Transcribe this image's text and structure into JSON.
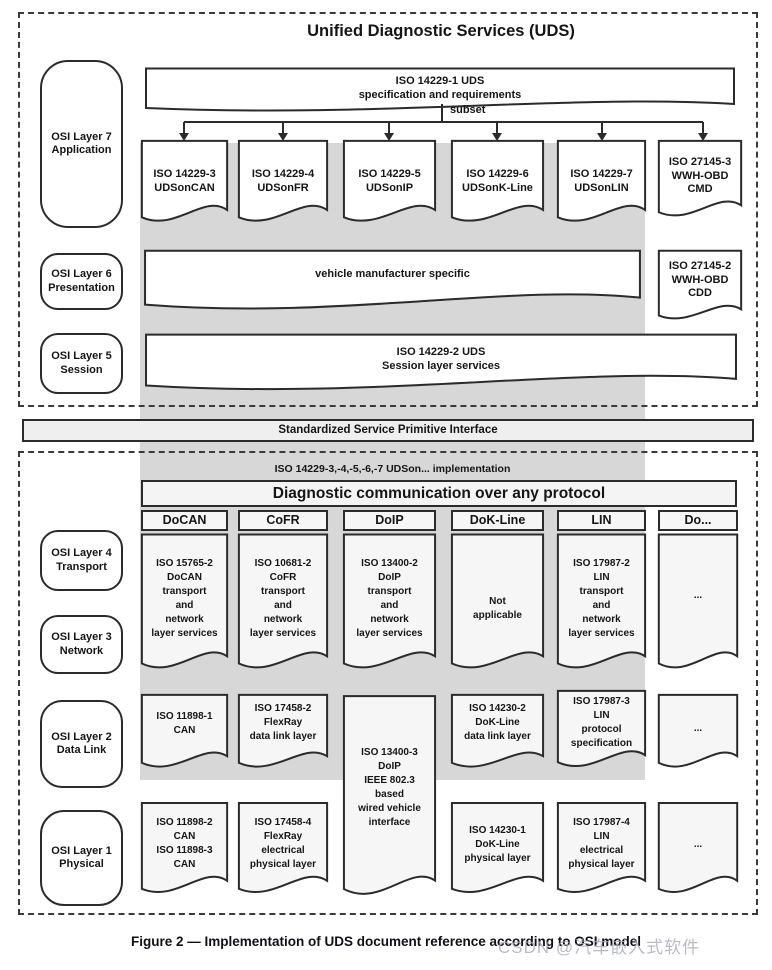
{
  "title": "Unified Diagnostic Services (UDS)",
  "top": {
    "spec_box": "ISO 14229-1 UDS\nspecification and requirements",
    "subset_label": "subset",
    "docs": [
      "ISO 14229-3\nUDSonCAN",
      "ISO 14229-4\nUDSonFR",
      "ISO 14229-5\nUDSonIP",
      "ISO 14229-6\nUDSonK-Line",
      "ISO 14229-7\nUDSonLIN",
      "ISO 27145-3\nWWH-OBD\nCMD"
    ],
    "vehicle_specific": "vehicle manufacturer specific",
    "wwh_cdd": "ISO 27145-2\nWWH-OBD\nCDD",
    "session_box": "ISO 14229-2 UDS\nSession layer services"
  },
  "interface_bar": "Standardized Service Primitive Interface",
  "bottom": {
    "implementation_label": "ISO 14229-3,-4,-5,-6,-7 UDSon... implementation",
    "protocol_header": "Diagnostic communication over any protocol",
    "column_headers": [
      "DoCAN",
      "CoFR",
      "DoIP",
      "DoK-Line",
      "LIN",
      "Do..."
    ],
    "transport": [
      "ISO 15765-2\nDoCAN\ntransport\nand\nnetwork\nlayer services",
      "ISO 10681-2\nCoFR\ntransport\nand\nnetwork\nlayer services",
      "ISO 13400-2\nDoIP\ntransport\nand\nnetwork\nlayer services",
      "Not\napplicable",
      "ISO 17987-2\nLIN\ntransport\nand\nnetwork\nlayer services",
      "..."
    ],
    "doip_stack": "ISO 13400-3\nDoIP\nIEEE 802.3\nbased\nwired vehicle\ninterface",
    "datalink": [
      "ISO 11898-1\nCAN",
      "ISO 17458-2\nFlexRay\ndata link layer",
      "ISO 14230-2\nDoK-Line\ndata link layer",
      "ISO 17987-3\nLIN\nprotocol\nspecification",
      "..."
    ],
    "physical": [
      "ISO 11898-2\nCAN\nISO 11898-3\nCAN",
      "ISO 17458-4\nFlexRay\nelectrical\nphysical layer",
      "ISO 14230-1\nDoK-Line\nphysical layer",
      "ISO 17987-4\nLIN\nelectrical\nphysical layer",
      "..."
    ]
  },
  "osi_layers": [
    "OSI Layer 7\nApplication",
    "OSI Layer 6\nPresentation",
    "OSI Layer 5\nSession",
    "OSI Layer 4\nTransport",
    "OSI Layer 3\nNetwork",
    "OSI Layer 2\nData Link",
    "OSI Layer 1\nPhysical"
  ],
  "caption": "Figure 2 — Implementation of UDS document reference according to OSI model",
  "watermark": "CSDN @汽车嵌入式软件",
  "colors": {
    "band": "#d7d7d7",
    "border": "#2b2b2b",
    "cell_fill": "#f6f6f6",
    "doc_fill": "#ffffff",
    "bar_fill": "#efefef",
    "watermark": "#a9aab8",
    "text": "#151515"
  }
}
